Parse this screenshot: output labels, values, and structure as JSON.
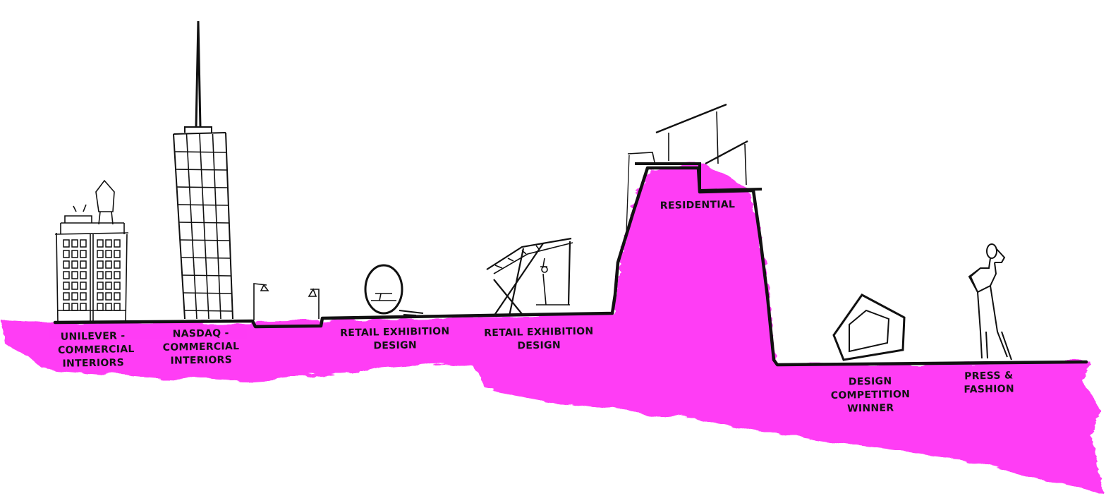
{
  "colors": {
    "ground": "#ff3cf5",
    "ink": "#111111",
    "paper": "#ffffff"
  },
  "projects": [
    {
      "id": "unilever",
      "label": "UNILEVER -\nCOMMERCIAL\nINTERIORS",
      "icon": "brick-building-icon"
    },
    {
      "id": "nasdaq",
      "label": "NASDAQ -\nCOMMERCIAL\nINTERIORS",
      "icon": "skyscraper-icon"
    },
    {
      "id": "retail-1",
      "label": "RETAIL EXHIBITION\nDESIGN",
      "icon": "egg-chair-icon"
    },
    {
      "id": "retail-2",
      "label": "RETAIL EXHIBITION\nDESIGN",
      "icon": "canopy-pavilion-icon"
    },
    {
      "id": "residential",
      "label": "RESIDENTIAL",
      "icon": "cantilever-house-icon"
    },
    {
      "id": "competition",
      "label": "DESIGN COMPETITION\nWINNER",
      "icon": "pentagon-sculpture-icon"
    },
    {
      "id": "press",
      "label": "PRESS &\nFASHION",
      "icon": "fashion-figure-icon"
    }
  ]
}
